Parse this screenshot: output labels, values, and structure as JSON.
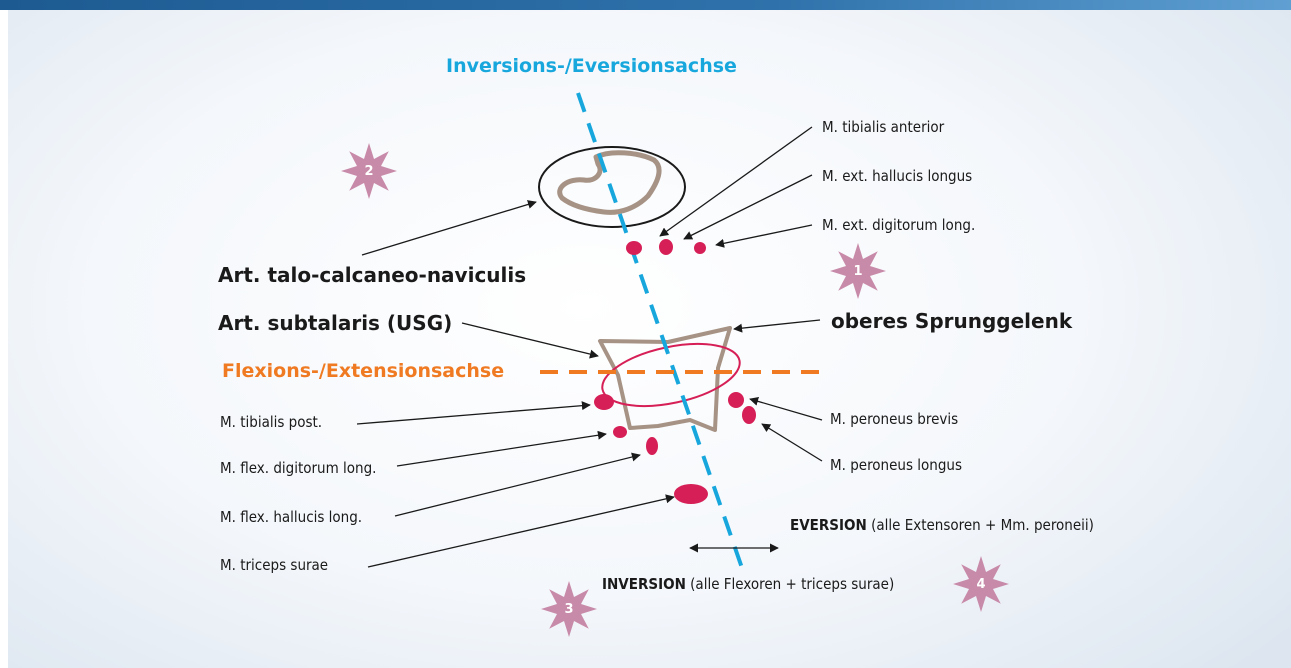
{
  "colors": {
    "accent_blue": "#18a7dd",
    "accent_orange": "#ef7a22",
    "muscle_red": "#d61f56",
    "joint_outline": "#a69385",
    "badge_pink": "#c88aa9"
  },
  "axes": {
    "inversion_eversion": "Inversions-/Eversionsachse",
    "flexion_extension": "Flexions-/Extensionsachse"
  },
  "labels": {
    "tibialis_anterior": "M. tibialis anterior",
    "ext_hallucis": "M. ext. hallucis longus",
    "ext_digitorum": "M. ext. digitorum long.",
    "talo_calcaneo": "Art. talo-calcaneo-naviculis",
    "subtalaris": "Art. subtalaris (USG)",
    "oberes_sprunggelenk": "oberes Sprunggelenk",
    "tibialis_post": "M. tibialis post.",
    "flex_digitorum": "M. flex. digitorum long.",
    "flex_hallucis": "M. flex. hallucis long.",
    "triceps_surae": "M. triceps surae",
    "peroneus_brevis": "M. peroneus brevis",
    "peroneus_longus": "M. peroneus longus"
  },
  "movements": {
    "eversion_word": "EVERSION",
    "eversion_detail": " (alle Extensoren + Mm. peroneii)",
    "inversion_word": "INVERSION",
    "inversion_detail": " (alle Flexoren + triceps surae)"
  },
  "badges": [
    "1",
    "2",
    "3",
    "4"
  ]
}
